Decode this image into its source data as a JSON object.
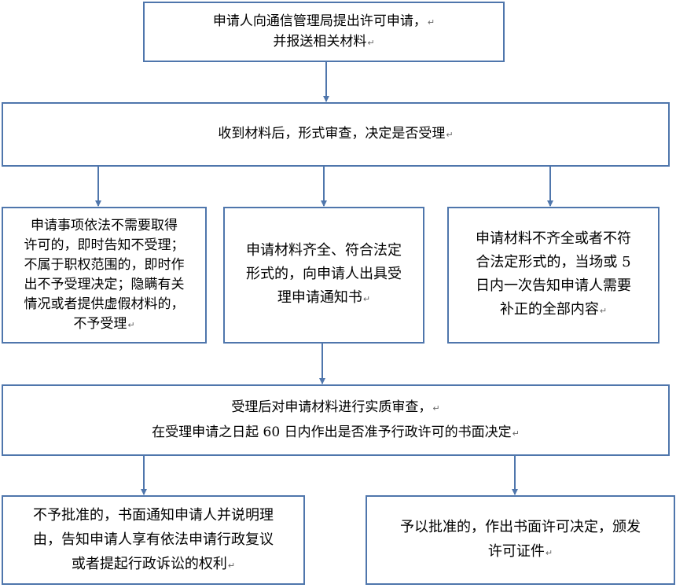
{
  "flowchart": {
    "step1": {
      "lines": [
        "申请人向通信管理局提出许可申请，",
        "并报送相关材料"
      ]
    },
    "step2": {
      "lines": [
        "收到材料后，形式审查，决定是否受理"
      ]
    },
    "branch_left": {
      "lines": [
        "申请事项依法不需要取得",
        "许可的，即时告知不受理；",
        "不属于职权范围的，即时作",
        "出不予受理决定；隐瞒有关",
        "情况或者提供虚假材料的，",
        "不予受理"
      ]
    },
    "branch_middle": {
      "lines": [
        "申请材料齐全、符合法定",
        "形式的，向申请人出具受",
        "理申请通知书"
      ]
    },
    "branch_right": {
      "lines": [
        "申请材料不齐全或者不符",
        "合法定形式的，当场或 5",
        "日内一次告知申请人需要",
        "补正的全部内容"
      ]
    },
    "step3": {
      "lines": [
        "受理后对申请材料进行实质审查，",
        "在受理申请之日起 60 日内作出是否准予行政许可的书面决定"
      ]
    },
    "outcome_reject": {
      "lines": [
        "不予批准的，书面通知申请人并说明理",
        "由，告知申请人享有依法申请行政复议",
        "或者提起行政诉讼的权利"
      ]
    },
    "outcome_approve": {
      "lines": [
        "予以批准的，作出书面许可决定，颁发",
        "许可证件"
      ]
    },
    "paragraph_mark": "↵",
    "colors": {
      "border": "#4f76ac",
      "arrow": "#4f76ac",
      "text": "#000000"
    }
  }
}
